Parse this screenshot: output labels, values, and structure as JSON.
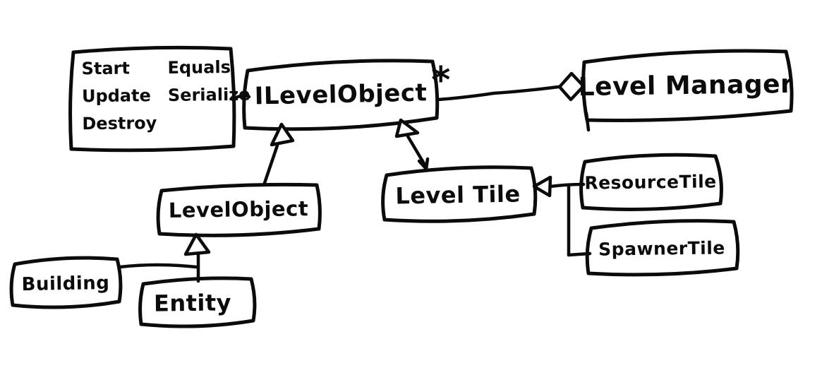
{
  "diagram": {
    "kind": "hand-drawn UML class diagram",
    "colors": {
      "background": "#ffffff",
      "ink": "#0b0b0b"
    },
    "note": {
      "col1": [
        "Start",
        "Update",
        "Destroy"
      ],
      "col2": [
        "Equals",
        "Serialize"
      ]
    },
    "nodes": {
      "ilevel_object": "ILevelObject",
      "level_manager": "Level Manager",
      "level_object": "LevelObject",
      "level_tile": "Level Tile",
      "resource_tile": "ResourceTile",
      "spawner_tile": "SpawnerTile",
      "building": "Building",
      "entity": "Entity"
    },
    "labels": {
      "multiplicity": "*"
    },
    "relationships": [
      {
        "from": "LevelObject",
        "to": "ILevelObject",
        "type": "realization"
      },
      {
        "from": "LevelTile",
        "to": "ILevelObject",
        "type": "realization"
      },
      {
        "from": "LevelManager",
        "to": "ILevelObject",
        "type": "aggregation",
        "multiplicity": "*"
      },
      {
        "from": "ResourceTile",
        "to": "LevelTile",
        "type": "inheritance"
      },
      {
        "from": "SpawnerTile",
        "to": "LevelTile",
        "type": "inheritance"
      },
      {
        "from": "Building",
        "to": "LevelObject",
        "type": "inheritance"
      },
      {
        "from": "Entity",
        "to": "LevelObject",
        "type": "inheritance"
      },
      {
        "from": "methods-note",
        "to": "ILevelObject",
        "type": "note-link"
      }
    ]
  }
}
